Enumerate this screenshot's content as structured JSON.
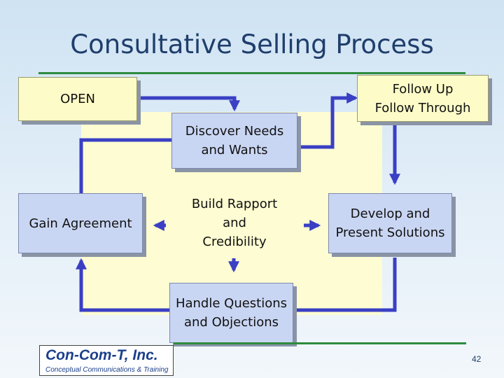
{
  "slide": {
    "title": "Consultative Selling Process",
    "page_number": "42"
  },
  "nodes": {
    "open": "OPEN",
    "follow_up": "Follow Up\nFollow Through",
    "discover": "Discover Needs\nand Wants",
    "rapport": "Build Rapport\nand\nCredibility",
    "gain": "Gain Agreement",
    "develop": "Develop and\nPresent Solutions",
    "handle": "Handle Questions\nand Objections"
  },
  "logo": {
    "name": "Con-Com-T, Inc.",
    "tagline": "Conceptual Communications & Training"
  },
  "colors": {
    "title": "#1f3e6c",
    "arrow": "#3a3fc4",
    "rule": "#2e8b3e",
    "yellow_box": "#fdfcc8",
    "blue_box": "#c9d6f3",
    "panel": "#fdfcd2"
  }
}
